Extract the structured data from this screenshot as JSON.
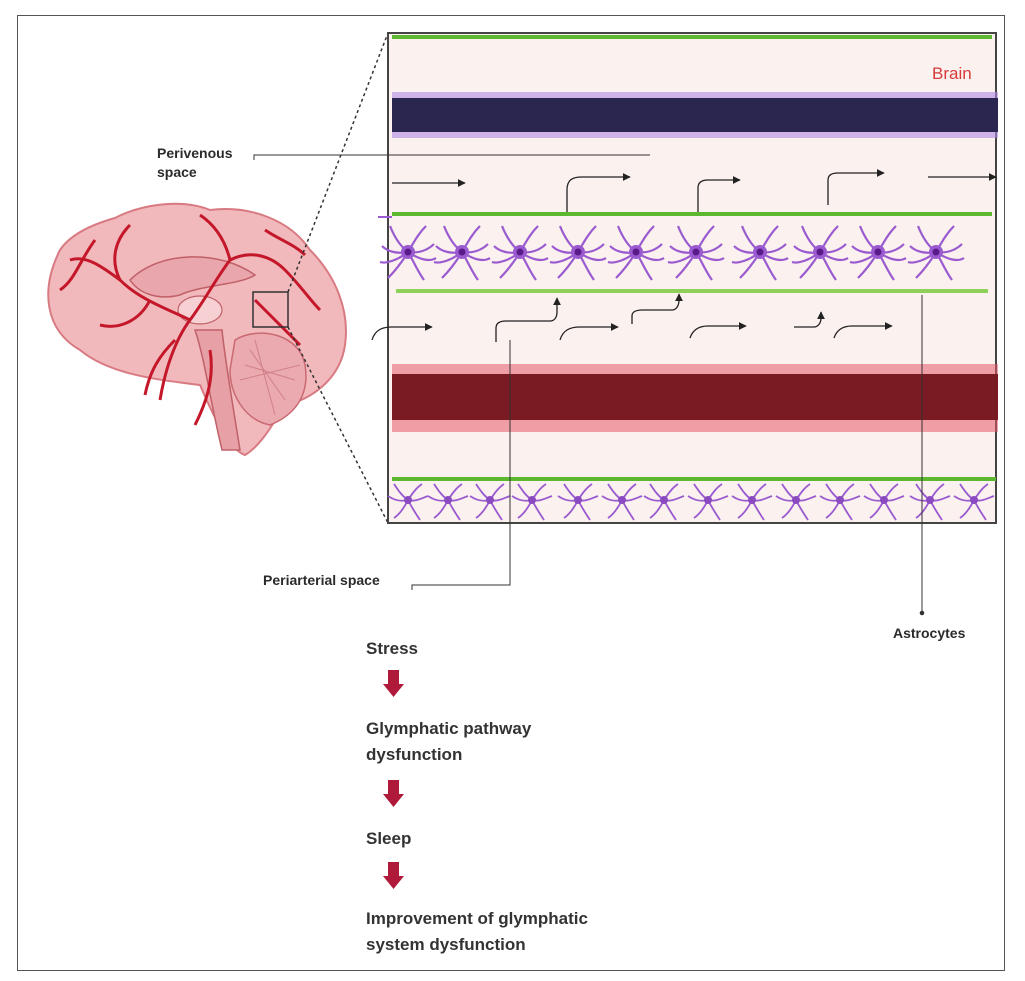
{
  "labels": {
    "brain": "Brain",
    "perivenous": [
      "Perivenous",
      "space"
    ],
    "periarterial": "Periarterial space",
    "astrocytes": "Astrocytes"
  },
  "flow": {
    "step1": "Stress",
    "step2": [
      "Glymphatic pathway",
      "dysfunction"
    ],
    "step3": "Sleep",
    "step4": [
      "Improvement of glymphatic",
      "system dysfunction"
    ]
  },
  "colors": {
    "vein": "#2a2650",
    "vein_glow": "#8a5ad8",
    "artery": "#7a1a22",
    "artery_glow": "#e85a6a",
    "membrane": "#5cb82e",
    "astrocyte": "#9a5ad0",
    "astrocyte_body": "#6a2aa0",
    "panel_bg": "#fbf1ee",
    "flow_arrow": "#b01a3a",
    "brain_fill": "#f2b9bd",
    "brain_vessel": "#c4182a"
  },
  "icons": [
    "brain-illustration",
    "down-arrow-icon",
    "flow-arrow-icon"
  ]
}
